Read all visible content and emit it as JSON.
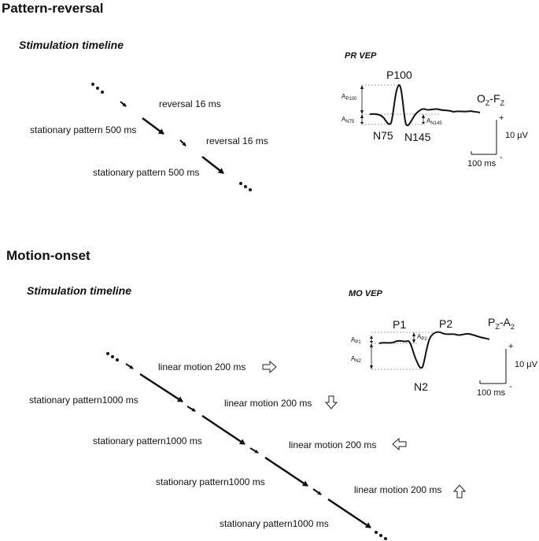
{
  "pattern_reversal": {
    "title": "Pattern-reversal",
    "timeline_title": "Stimulation timeline",
    "labels": {
      "reversal1": "reversal  16 ms",
      "stationary1": "stationary pattern 500 ms",
      "reversal2": "reversal  16 ms",
      "stationary2": "stationary pattern 500 ms"
    },
    "vep": {
      "title": "PR VEP",
      "peak_p100": "P100",
      "peak_n75": "N75",
      "peak_n145": "N145",
      "amp_p100_main": "A",
      "amp_p100_sub": "P100",
      "amp_n75_main": "A",
      "amp_n75_sub": "N75",
      "amp_n145_main": "A",
      "amp_n145_sub": "N145",
      "channel_main1": "O",
      "channel_sub1": "Z",
      "channel_sep": "-F",
      "channel_sub2": "Z",
      "scale_plus": "+",
      "scale_minus": "-",
      "scale_voltage": "10 µV",
      "scale_time": "100 ms"
    }
  },
  "motion_onset": {
    "title": "Motion-onset",
    "timeline_title": "Stimulation timeline",
    "labels": {
      "motion1": "linear motion 200 ms",
      "stationary1": "stationary pattern1000 ms",
      "motion2": "linear motion 200 ms",
      "stationary2": "stationary pattern1000 ms",
      "motion3": "linear motion 200 ms",
      "stationary3": "stationary pattern1000 ms",
      "motion4": "linear motion 200 ms",
      "stationary4": "stationary pattern1000 ms"
    },
    "motion_directions": [
      "right",
      "down",
      "left",
      "up"
    ],
    "vep": {
      "title": "MO VEP",
      "peak_p1": "P1",
      "peak_p2": "P2",
      "peak_n2": "N2",
      "amp_p1_main": "A",
      "amp_p1_sub": "P1",
      "amp_p2_main": "A",
      "amp_p2_sub": "P2",
      "amp_n2_main": "A",
      "amp_n2_sub": "N2",
      "channel_main1": "P",
      "channel_sub1": "Z",
      "channel_sep": "-A",
      "channel_sub2": "2",
      "scale_plus": "+",
      "scale_minus": "-",
      "scale_voltage": "10 µV",
      "scale_time": "100 ms"
    }
  }
}
